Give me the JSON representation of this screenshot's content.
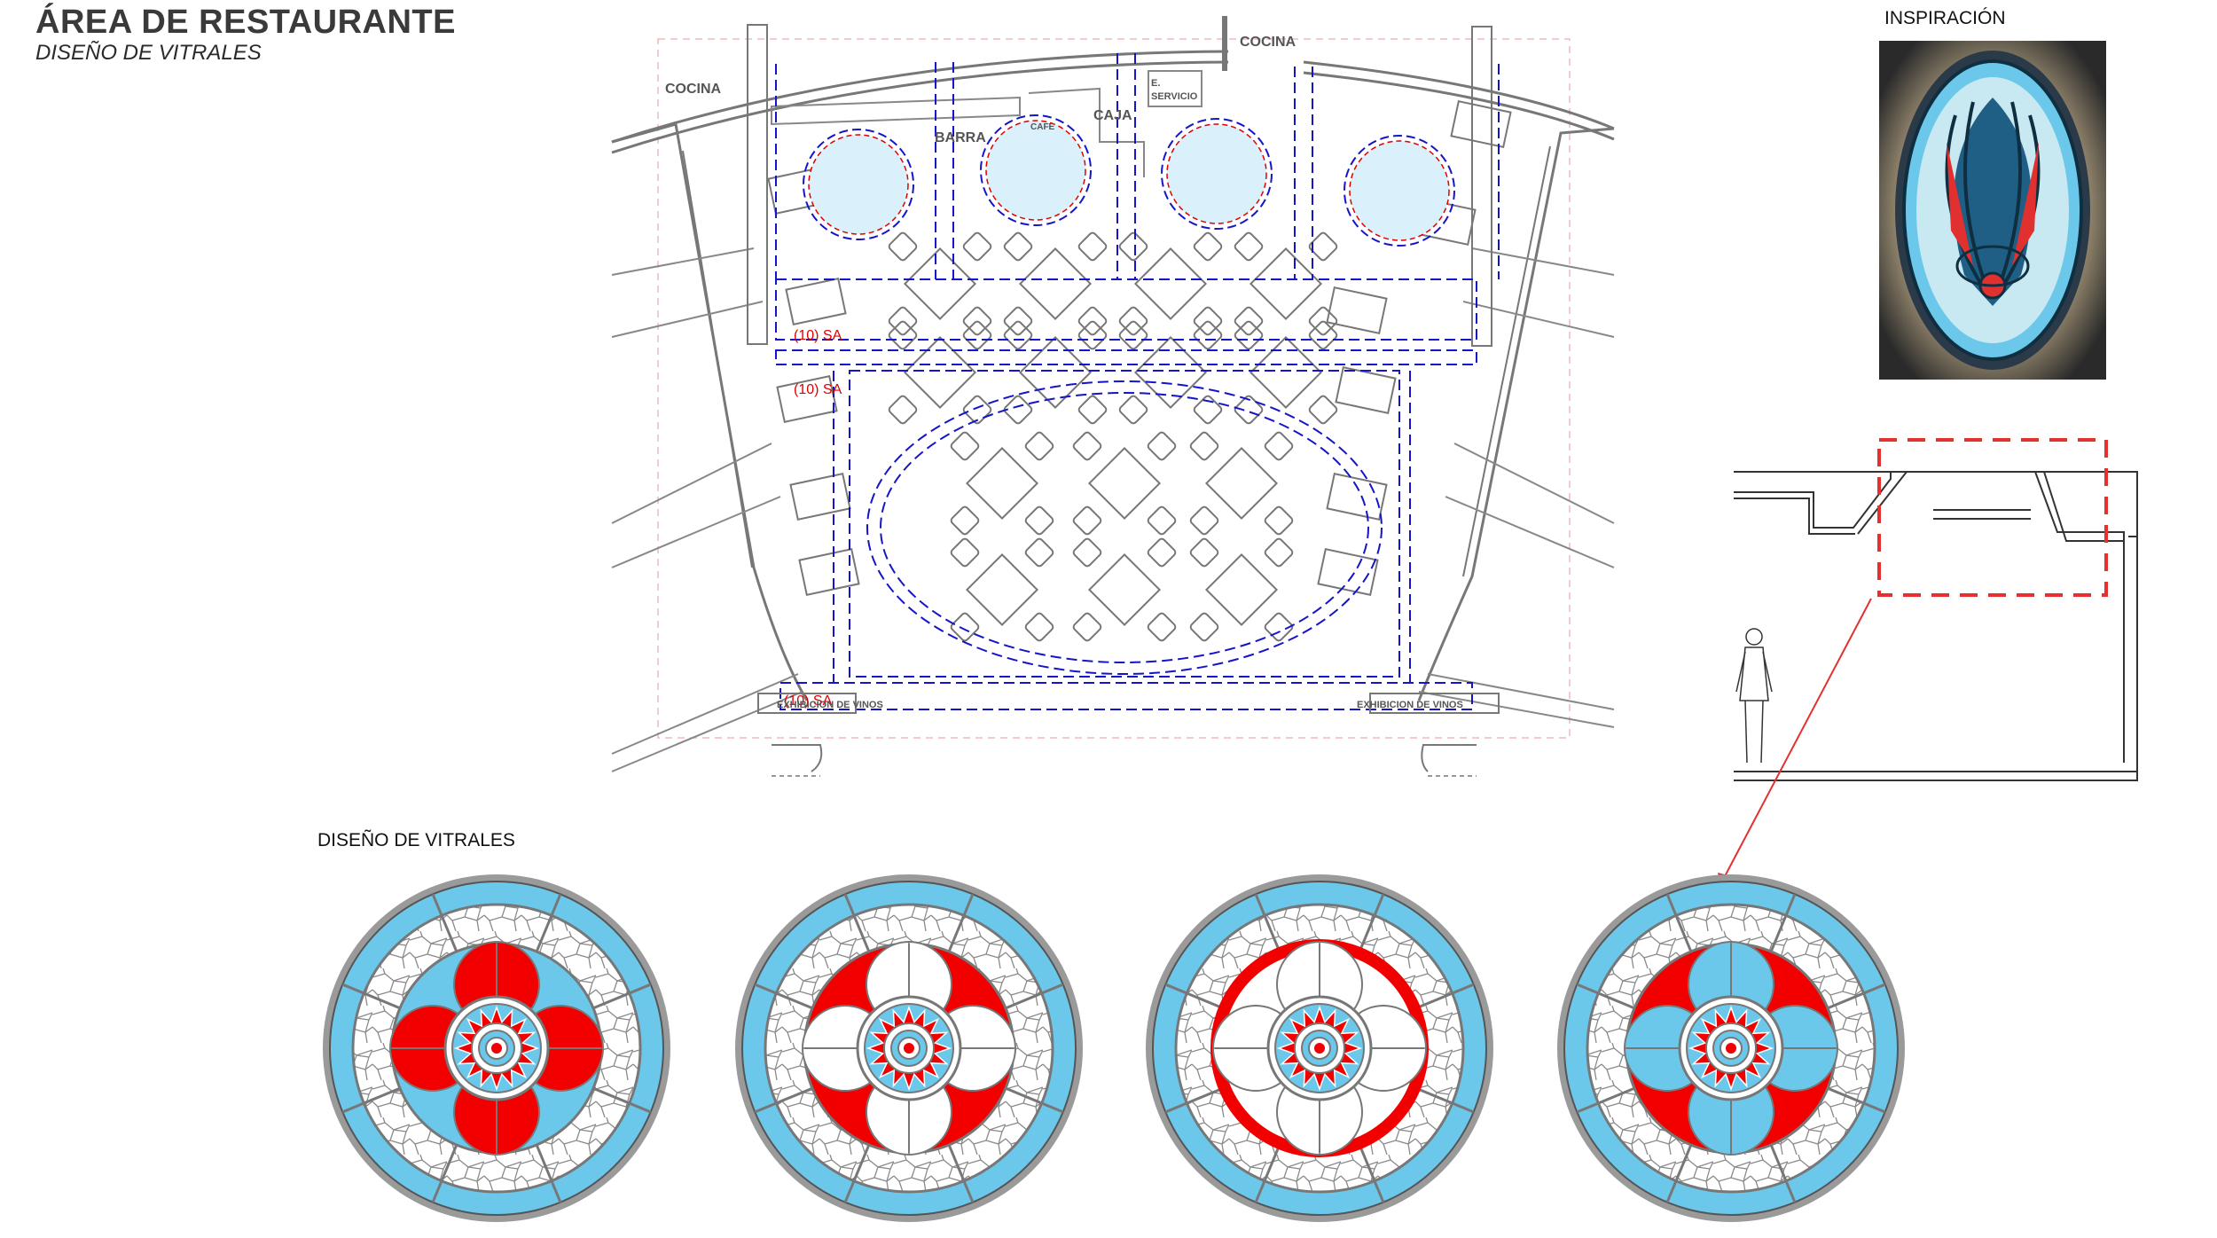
{
  "header": {
    "title": "ÁREA DE RESTAURANTE",
    "subtitle": "DISEÑO DE VITRALES"
  },
  "plan": {
    "labels": {
      "cocina_left": "COCINA",
      "cocina_top": "COCINA",
      "barra": "BARRA",
      "cafe": "CAFE",
      "caja": "CAJA",
      "servicio_1": "E.",
      "servicio_2": "SERVICIO",
      "sa_1": "(10) SA",
      "sa_2": "(10) SA",
      "sa_3": "(10) SA",
      "vinos_left": "EXHIBICION DE VINOS",
      "vinos_right": "EXHIBICION DE VINOS"
    }
  },
  "inspiration": {
    "label": "INSPIRACIÓN"
  },
  "stained_glass": {
    "label": "DISEÑO DE VITRALES",
    "designs": [
      {
        "petals": "red",
        "background": "blue"
      },
      {
        "petals": "white",
        "background": "red"
      },
      {
        "petals": "white",
        "background": "red-ring"
      },
      {
        "petals": "blue",
        "background": "red"
      }
    ]
  },
  "colors": {
    "stained_blue": "#6cc8ea",
    "stained_red": "#f20000",
    "plan_blue": "#1515c8",
    "plan_red": "#e00000",
    "plan_gray": "#7a7a7a"
  }
}
